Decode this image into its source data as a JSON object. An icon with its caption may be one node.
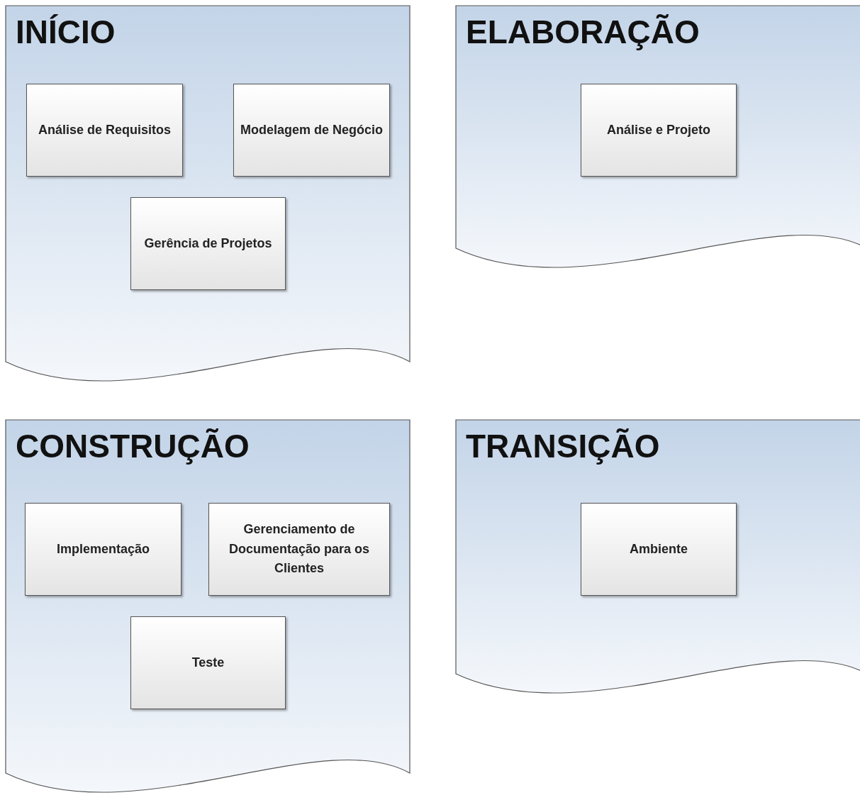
{
  "diagram": {
    "nodes": [
      {
        "text": [
          "INÍCIO"
        ]
      },
      {
        "text": [
          "Análise de Requisitos"
        ],
        "in": 0
      },
      {
        "text": [
          "Modelagem de Negócio"
        ],
        "in": 0
      },
      {
        "text": [
          "Gerência de Projetos"
        ],
        "in": 0
      },
      {
        "text": [
          "ELABORAÇÃO"
        ]
      },
      {
        "text": [
          "Análise e Projeto"
        ],
        "in": 4
      },
      {
        "text": [
          "CONSTRUÇÃO"
        ]
      },
      {
        "text": [
          "Implementação"
        ],
        "in": 6
      },
      {
        "text": [
          "Gerenciamento de Documentação para os Clientes"
        ],
        "in": 6
      },
      {
        "text": [
          "Teste"
        ],
        "in": 6
      },
      {
        "text": [
          "TRANSIÇÃO"
        ]
      },
      {
        "text": [
          "Ambiente"
        ],
        "in": 10
      }
    ]
  }
}
